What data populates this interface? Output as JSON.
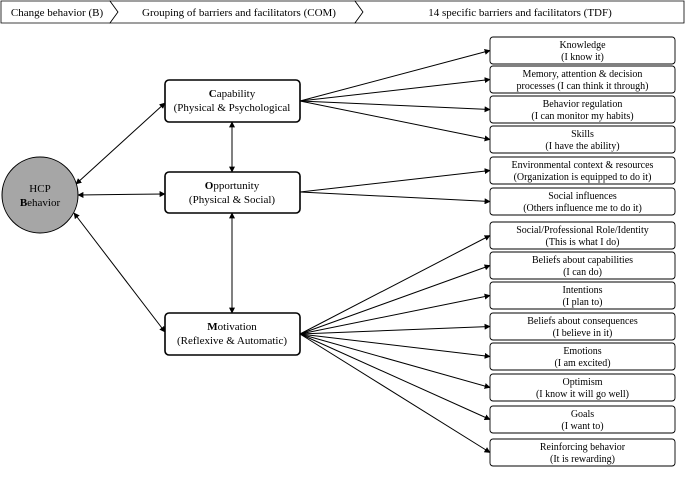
{
  "header": {
    "step1": "Change behavior (B)",
    "step2": "Grouping of barriers and facilitators (COM)",
    "step3": "14 specific barriers and facilitators (TDF)"
  },
  "hcp": {
    "line1": "HCP",
    "line2_first": "B",
    "line2_rest": "ehavior"
  },
  "com": [
    {
      "first": "C",
      "rest": "apability",
      "sub": "(Physical & Psychological"
    },
    {
      "first": "O",
      "rest": "pportunity",
      "sub": "(Physical & Social)"
    },
    {
      "first": "M",
      "rest": "otivation",
      "sub": "(Reflexive & Automatic)"
    }
  ],
  "tdf": [
    {
      "l1": "Knowledge",
      "l2": "(I know it)"
    },
    {
      "l1": "Memory, attention & decision",
      "l2": "processes (I can think it through)"
    },
    {
      "l1": "Behavior regulation",
      "l2": "(I can monitor my habits)"
    },
    {
      "l1": "Skills",
      "l2": "(I have the ability)"
    },
    {
      "l1": "Environmental context & resources",
      "l2": "(Organization is equipped to do it)"
    },
    {
      "l1": "Social influences",
      "l2": "(Others influence me to do it)"
    },
    {
      "l1": "Social/Professional Role/Identity",
      "l2": "(This is what I do)"
    },
    {
      "l1": "Beliefs about capabilities",
      "l2": "(I can do)"
    },
    {
      "l1": "Intentions",
      "l2": "(I plan to)"
    },
    {
      "l1": "Beliefs about consequences",
      "l2": "(I believe in it)"
    },
    {
      "l1": "Emotions",
      "l2": "(I am excited)"
    },
    {
      "l1": "Optimism",
      "l2": "(I know it will go well)"
    },
    {
      "l1": "Goals",
      "l2": "(I want to)"
    },
    {
      "l1": "Reinforcing behavior",
      "l2": "(It is rewarding)"
    }
  ],
  "colors": {
    "circle_fill": "#a6a6a6",
    "stroke": "#000000",
    "background": "#ffffff"
  }
}
